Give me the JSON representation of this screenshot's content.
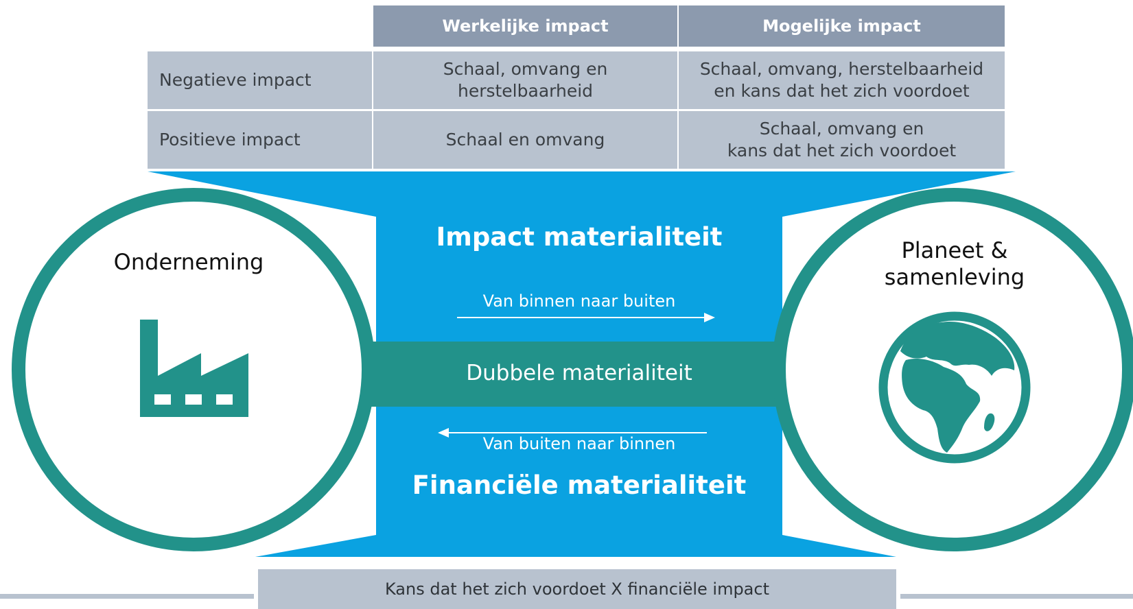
{
  "table": {
    "col_headers": [
      "Werkelijke impact",
      "Mogelijke impact"
    ],
    "rows": [
      {
        "label": "Negatieve impact",
        "actual": [
          "Schaal, omvang en",
          "herstelbaarheid"
        ],
        "potential": [
          "Schaal, omvang, herstelbaarheid",
          "en kans dat het zich voordoet"
        ]
      },
      {
        "label": "Positieve impact",
        "actual": [
          "Schaal en omvang"
        ],
        "potential": [
          "Schaal, omvang en",
          "kans dat het zich voordoet"
        ]
      }
    ]
  },
  "center": {
    "impact_title": "Impact materialiteit",
    "inside_out_label": "Van binnen naar buiten",
    "double_label": "Dubbele materialiteit",
    "outside_in_label": "Van buiten naar binnen",
    "financial_title": "Financiële materialiteit"
  },
  "left_circle": {
    "label": "Onderneming",
    "icon": "factory-icon"
  },
  "right_circle": {
    "label_line1": "Planeet &",
    "label_line2": "samenleving",
    "icon": "globe-icon"
  },
  "footer": {
    "text": "Kans dat het zich voordoet X financiële impact"
  },
  "colors": {
    "teal": "#22928a",
    "blue": "#0aa2e1",
    "table_header": "#8c9aae",
    "table_cell": "#b8c2cf"
  }
}
